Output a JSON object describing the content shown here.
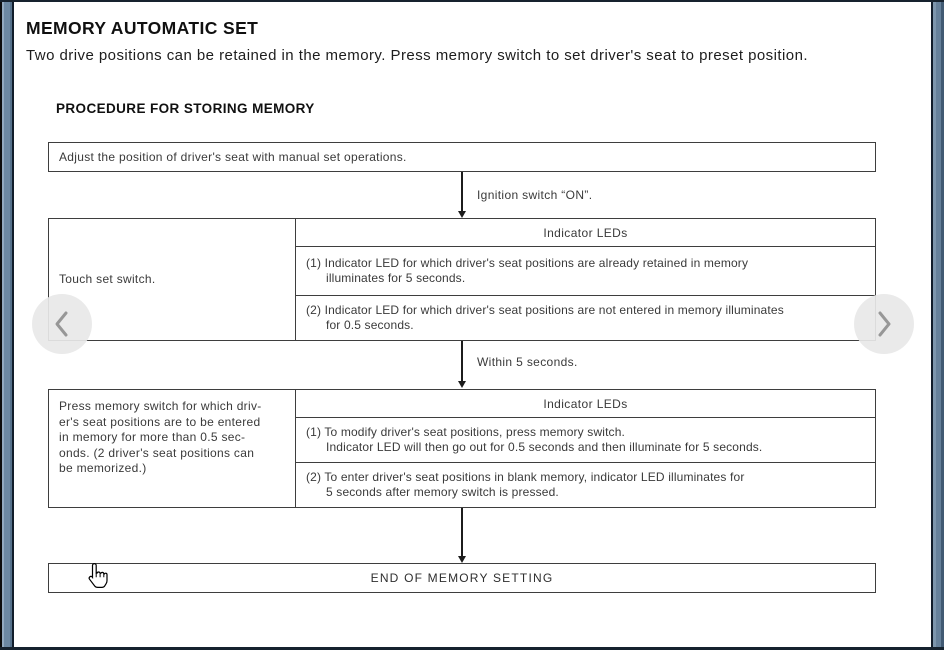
{
  "page": {
    "title": "MEMORY AUTOMATIC SET",
    "subtitle": "Two drive positions can be retained in the memory. Press memory switch to set driver's seat to preset position.",
    "section_heading": "PROCEDURE FOR STORING MEMORY"
  },
  "flowchart": {
    "step1": "Adjust the position of driver's seat with manual set operations.",
    "arrow1_label": "Ignition switch “ON”.",
    "table1": {
      "left_cell": "Touch set switch.",
      "header": "Indicator LEDs",
      "rows": [
        "(1) Indicator LED for which driver's seat positions are already retained in memory\nilluminates for 5 seconds.",
        "(2) Indicator LED for which driver's seat positions are not entered in memory illuminates\nfor 0.5 seconds."
      ]
    },
    "arrow2_label": "Within 5 seconds.",
    "table2": {
      "left_cell": "Press memory switch for which driv-\ner's seat positions are to be entered\nin memory for more than 0.5 sec-\nonds. (2 driver's seat positions can\nbe memorized.)",
      "header": "Indicator LEDs",
      "rows": [
        "(1) To modify driver's seat positions, press memory switch.\nIndicator LED will then go out for 0.5 seconds and then illuminate for 5 seconds.",
        "(2) To enter driver's seat positions in blank memory, indicator LED illuminates for\n5 seconds after memory switch is pressed."
      ]
    },
    "end_box": "END OF MEMORY SETTING"
  },
  "nav": {
    "prev_icon": "chevron-left",
    "next_icon": "chevron-right"
  },
  "cursor": {
    "icon": "hand-pointer"
  },
  "colors": {
    "edge_blue": "#6d89a3",
    "edge_dark": "#16222e",
    "border": "#3e3e3e",
    "text": "#3a3a3a",
    "nav_circle": "#e8e8e8",
    "nav_chevron": "#979797"
  }
}
